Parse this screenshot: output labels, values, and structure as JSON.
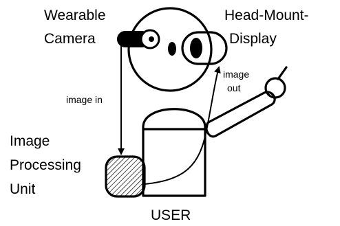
{
  "labels": {
    "wearable_camera_line1": "Wearable",
    "wearable_camera_line2": "Camera",
    "hmd_line1": "Head-Mount-",
    "hmd_line2": "Display",
    "image_in": "image in",
    "image_out_line1": "image",
    "image_out_line2": "out",
    "ipu_line1": "Image",
    "ipu_line2": "Processing",
    "ipu_line3": "Unit",
    "user": "USER"
  },
  "colors": {
    "stroke": "#000000",
    "background": "#ffffff",
    "hatch": "#000000"
  }
}
